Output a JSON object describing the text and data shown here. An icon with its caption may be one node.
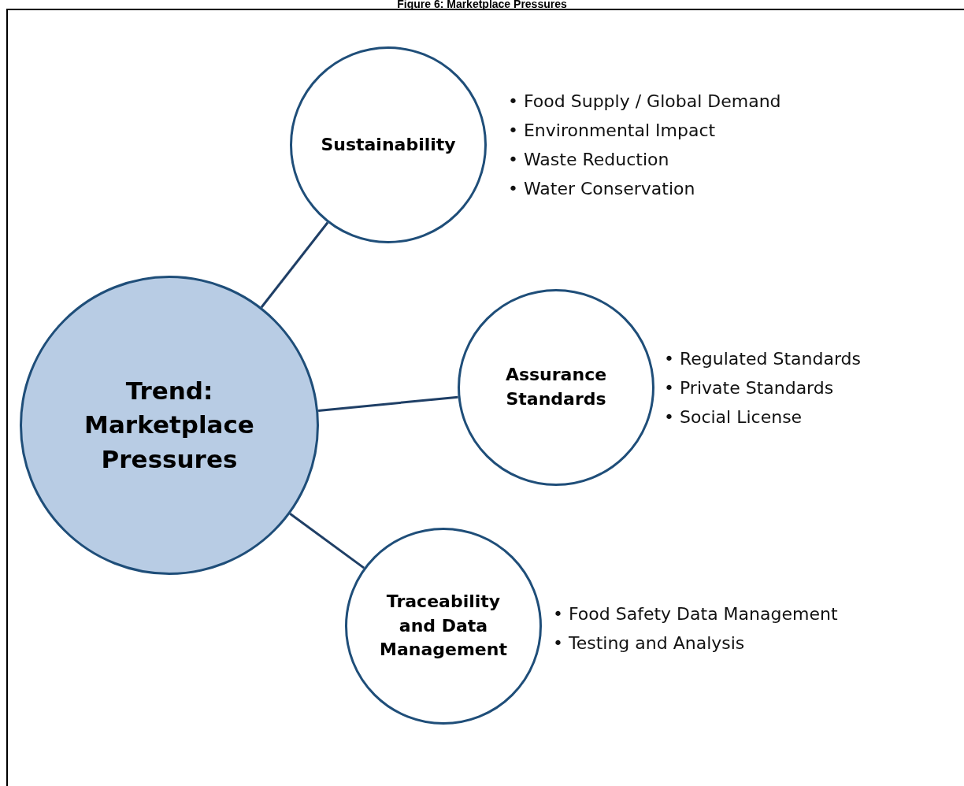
{
  "diagram": {
    "title": "Figure 6: Marketplace Pressures",
    "nodes": [
      {
        "text": [
          "Trend: Marketplace Pressures"
        ]
      },
      {
        "text": [
          "Sustainability"
        ],
        "beside": [
          "• Food Supply / Global Demand",
          "• Environmental Impact",
          "• Waste Reduction",
          "• Water Conservation"
        ]
      },
      {
        "text": [
          "Assurance Standards"
        ],
        "beside": [
          "• Regulated Standards",
          "• Private Standards",
          "• Social License"
        ]
      },
      {
        "text": [
          "Traceability and Data Management"
        ],
        "beside": [
          "• Food Safety Data Management",
          "• Testing and Analysis"
        ]
      }
    ],
    "edges": [
      {
        "from": 0,
        "to": 1,
        "arrow": "none"
      },
      {
        "from": 0,
        "to": 2,
        "arrow": "none"
      },
      {
        "from": 0,
        "to": 3,
        "arrow": "none"
      }
    ]
  }
}
